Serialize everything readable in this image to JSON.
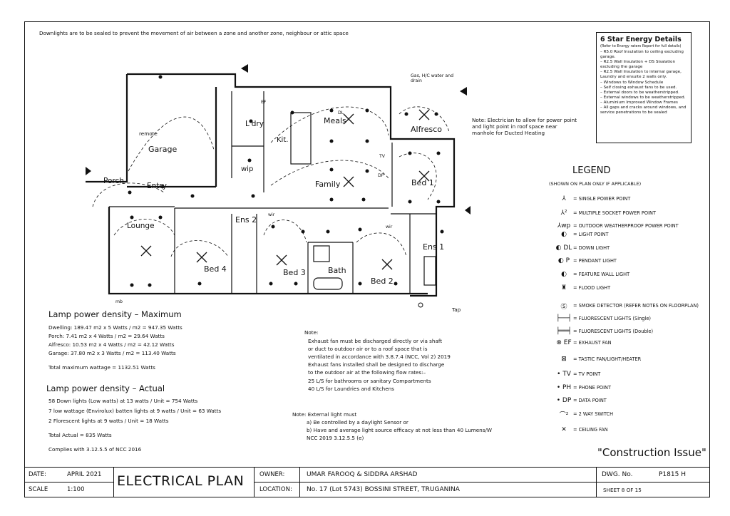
{
  "top_note": "Downlights are to be sealed to prevent the movement of air between a zone and another zone, neighbour or attic space",
  "energy": {
    "title": "6 Star Energy Details",
    "subtitle": "(Refer to Energy raters Report for full details)",
    "items": [
      "– R5.0 Roof Insulation to ceiling excluding garage.",
      "– R2.5 Wall Insulation + DS Sisalation excluding the garage",
      "– R2.5 Wall Insulation to internal garage, Laundry and ensuite 2 walls only.",
      "– Windows to Window Schedule",
      "– Self closing exhaust fans to be used.",
      "– External doors to be weatherstripped.",
      "– External windows to be weatherstripped.",
      "– Aluminium Improved Window Frames",
      "– All gaps and cracks around windows, and service penetrations to be sealed"
    ]
  },
  "electrician_note": "Note: Electrician to allow for power point and light point in roof space near manhole for Ducted Heating",
  "gas_note": "Gas, H/C water and drain",
  "tap_label": "Tap",
  "mb_label": "mb",
  "remote_label": "remote",
  "rooms": {
    "garage": "Garage",
    "porch": "Porch",
    "entry": "Entry",
    "lounge": "Lounge",
    "ldry": "L'dry",
    "kit": "Kit.",
    "wip": "wip",
    "meals": "Meals",
    "family": "Family",
    "alfresco": "Alfresco",
    "bed1": "Bed 1",
    "bed2": "Bed 2",
    "bed3": "Bed 3",
    "bed4": "Bed 4",
    "ens1": "Ens 1",
    "ens2": "Ens 2",
    "bath": "Bath",
    "wir": "wir",
    "wir2": "wir"
  },
  "fixture_labels": {
    "dl": "DL",
    "tv": "TV",
    "dp": "DP",
    "ef": "EF"
  },
  "legend": {
    "title": "LEGEND",
    "subtitle": "(SHOWN ON PLAN ONLY IF APPLICABLE)",
    "items": [
      {
        "icon": "single-power-point-icon",
        "glyph": "⅄",
        "label": "= SINGLE POWER POINT"
      },
      {
        "icon": "multiple-socket-icon",
        "glyph": "⅄²",
        "label": "= MULTIPLE SOCKET POWER POINT"
      },
      {
        "icon": "outdoor-power-point-icon",
        "glyph": "⅄wp",
        "label": "= OUTDOOR WEATHERPROOF POWER POINT"
      },
      {
        "icon": "light-point-icon",
        "glyph": "◐",
        "label": "= LIGHT POINT"
      },
      {
        "icon": "down-light-icon",
        "glyph": "◐ DL",
        "label": "= DOWN LIGHT"
      },
      {
        "icon": "pendant-light-icon",
        "glyph": "◐ P",
        "label": "= PENDANT LIGHT"
      },
      {
        "icon": "feature-wall-light-icon",
        "glyph": "◐",
        "label": "= FEATURE WALL LIGHT"
      },
      {
        "icon": "flood-light-icon",
        "glyph": "♜",
        "label": "= FLOOD LIGHT"
      },
      {
        "icon": "smoke-detector-icon",
        "glyph": "Ⓢ",
        "label": "= SMOKE DETECTOR (REFER NOTES ON FLOORPLAN)"
      },
      {
        "icon": "fluorescent-single-icon",
        "glyph": "├──┤",
        "label": "= FLUORESCENT LIGHTS (Single)"
      },
      {
        "icon": "fluorescent-double-icon",
        "glyph": "╞══╡",
        "label": "= FLUORESCENT LIGHTS (Double)"
      },
      {
        "icon": "exhaust-fan-icon",
        "glyph": "⊗ EF",
        "label": "= EXHAUST FAN"
      },
      {
        "icon": "tastic-fan-icon",
        "glyph": "⊠",
        "label": "= TASTIC FAN/LIGHT/HEATER"
      },
      {
        "icon": "tv-point-icon",
        "glyph": "• TV",
        "label": "= TV POINT"
      },
      {
        "icon": "phone-point-icon",
        "glyph": "• PH",
        "label": "= PHONE POINT"
      },
      {
        "icon": "data-point-icon",
        "glyph": "• DP",
        "label": "= DATA POINT"
      },
      {
        "icon": "two-way-switch-icon",
        "glyph": "⌒²",
        "label": "= 2 WAY SWITCH"
      },
      {
        "icon": "ceiling-fan-icon",
        "glyph": "✕",
        "label": "= CEILING FAN"
      }
    ]
  },
  "lamp_max": {
    "title": "Lamp power density – Maximum",
    "lines": [
      "Dwelling: 189.47 m2 x 5 Watts / m2 = 947.35 Watts",
      "Porch: 7.41 m2 x 4 Watts / m2 = 29.64 Watts",
      "Alfresco: 10.53 m2 x 4 Watts / m2 = 42.12 Watts",
      "Garage: 37.80 m2 x 3 Watts / m2 = 113.40 Watts"
    ],
    "total": "Total maximum wattage = 1132.51 Watts"
  },
  "lamp_actual": {
    "title": "Lamp power density – Actual",
    "lines": [
      "58 Down lights (Low watts) at 13 watts / Unit  =  754 Watts",
      "7 low wattage (Envirolux) batten lights at 9 watts / Unit  = 63 Watts",
      "2 Florescent lights at 9 watts / Unit  =  18 Watts"
    ],
    "total": "Total Actual = 835 Watts",
    "complies": "Complies with 3.12.5.5 of NCC 2016"
  },
  "exhaust_note": {
    "lines": [
      "Note:",
      "Exhaust fan must be discharged directly or via shaft",
      "or duct to outdoor air or to a roof space that is",
      "ventilated in accordance with 3.8.7.4 (NCC, Vol 2) 2019",
      "Exhaust fans installed shall be designed to discharge",
      "to the outdoor air at the following flow rates:–",
      "25 L/S for bathrooms or sanitary Compartments",
      "40 L/S for Laundries and Kitchens"
    ]
  },
  "external_light_note": {
    "lines": [
      "Note: External light must",
      "a) Be controlled by a daylight Sensor or",
      "b) Have and average light source efficacy at not less than 40 Lumens/W",
      "NCC 2019 3.12.5.5 (e)"
    ]
  },
  "construction_issue": "\"Construction Issue\"",
  "title_block": {
    "date_label": "DATE:",
    "date_value": "APRIL 2021",
    "scale_label": "SCALE",
    "scale_value": "1:100",
    "title": "ELECTRICAL PLAN",
    "owner_label": "OWNER:",
    "owner_value": "UMAR FAROOQ & SIDDRA ARSHAD",
    "location_label": "LOCATION:",
    "location_value": "No. 17 (Lot 5743) BOSSINI STREET, TRUGANINA",
    "dwg_label": "DWG. No.",
    "dwg_value": "P1815 H",
    "sheet": "SHEET 8 OF 15"
  }
}
